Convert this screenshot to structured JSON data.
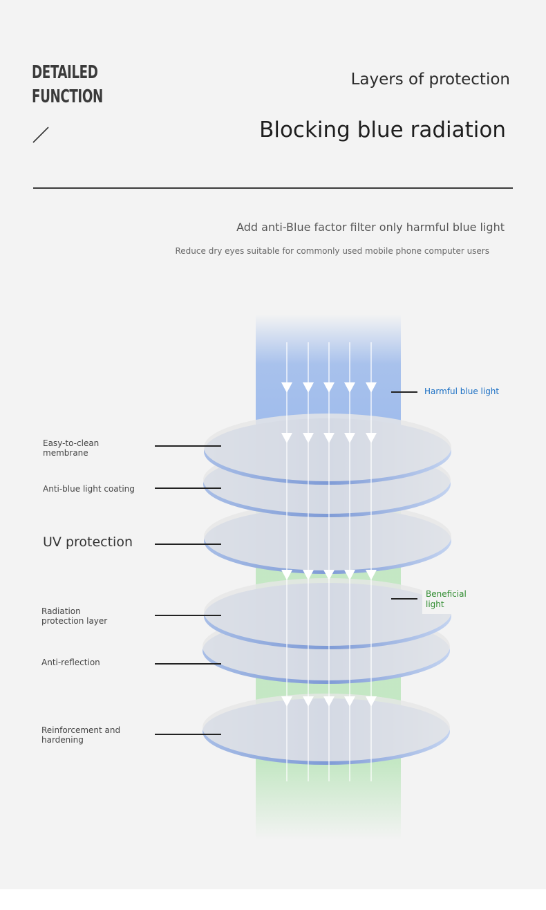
{
  "header": {
    "detail_line1": "DETAILED",
    "detail_line2": "FUNCTION",
    "subtitle": "Layers of protection",
    "title": "Blocking blue radiation"
  },
  "description": {
    "line1": "Add anti-Blue factor filter only harmful blue light",
    "line2": "Reduce dry eyes suitable for commonly used mobile phone computer users"
  },
  "diagram": {
    "harmful_label": "Harmful blue light",
    "beneficial_line1": "Beneficial",
    "beneficial_line2": "light",
    "layers": [
      {
        "line1": "Easy-to-clean",
        "line2": "membrane"
      },
      {
        "line1": "Anti-blue light coating",
        "line2": ""
      },
      {
        "line1": "UV protection",
        "line2": ""
      },
      {
        "line1": "Radiation",
        "line2": "protection layer"
      },
      {
        "line1": "Anti-reflection",
        "line2": ""
      },
      {
        "line1": "Reinforcement and",
        "line2": "hardening"
      }
    ],
    "colors": {
      "harmful_beam": "#8fb1ea",
      "beneficial_beam": "#bfe6bf",
      "lens_face": "#e6e6e6",
      "lens_rim": "#8fa9dc",
      "harmful_text": "#1a6fc4",
      "beneficial_text": "#2e8b2e"
    }
  }
}
